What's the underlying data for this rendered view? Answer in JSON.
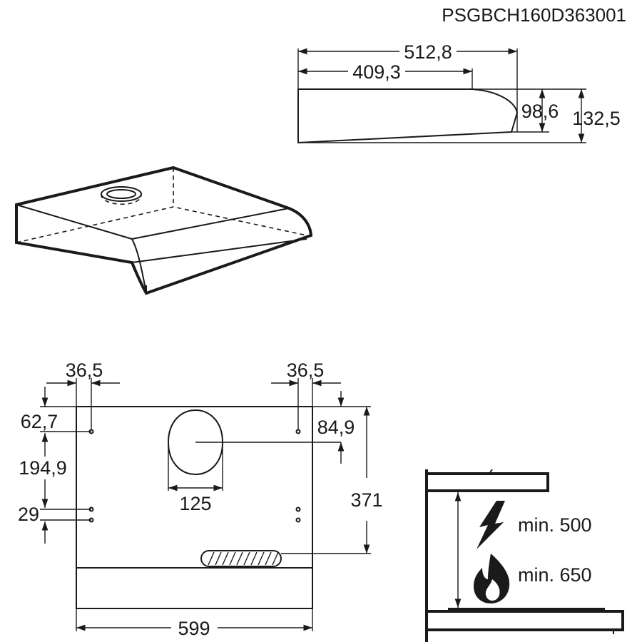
{
  "product_code": "PSGBCH160D363001",
  "side_view": {
    "overall_depth": "512,8",
    "top_depth": "409,3",
    "front_height": "98,6",
    "total_height": "132,5"
  },
  "bottom_view": {
    "left_offset": "36,5",
    "right_offset": "36,5",
    "left_hole_top": "62,7",
    "hole_spacing": "194,9",
    "lower_hole_gap": "29",
    "duct_offset": "84,9",
    "duct_diameter": "125",
    "depth": "371",
    "width": "599"
  },
  "clearance": {
    "electric_label": "min. 500",
    "gas_label": "min. 650",
    "electric_icon": "lightning-icon",
    "gas_icon": "flame-icon"
  }
}
